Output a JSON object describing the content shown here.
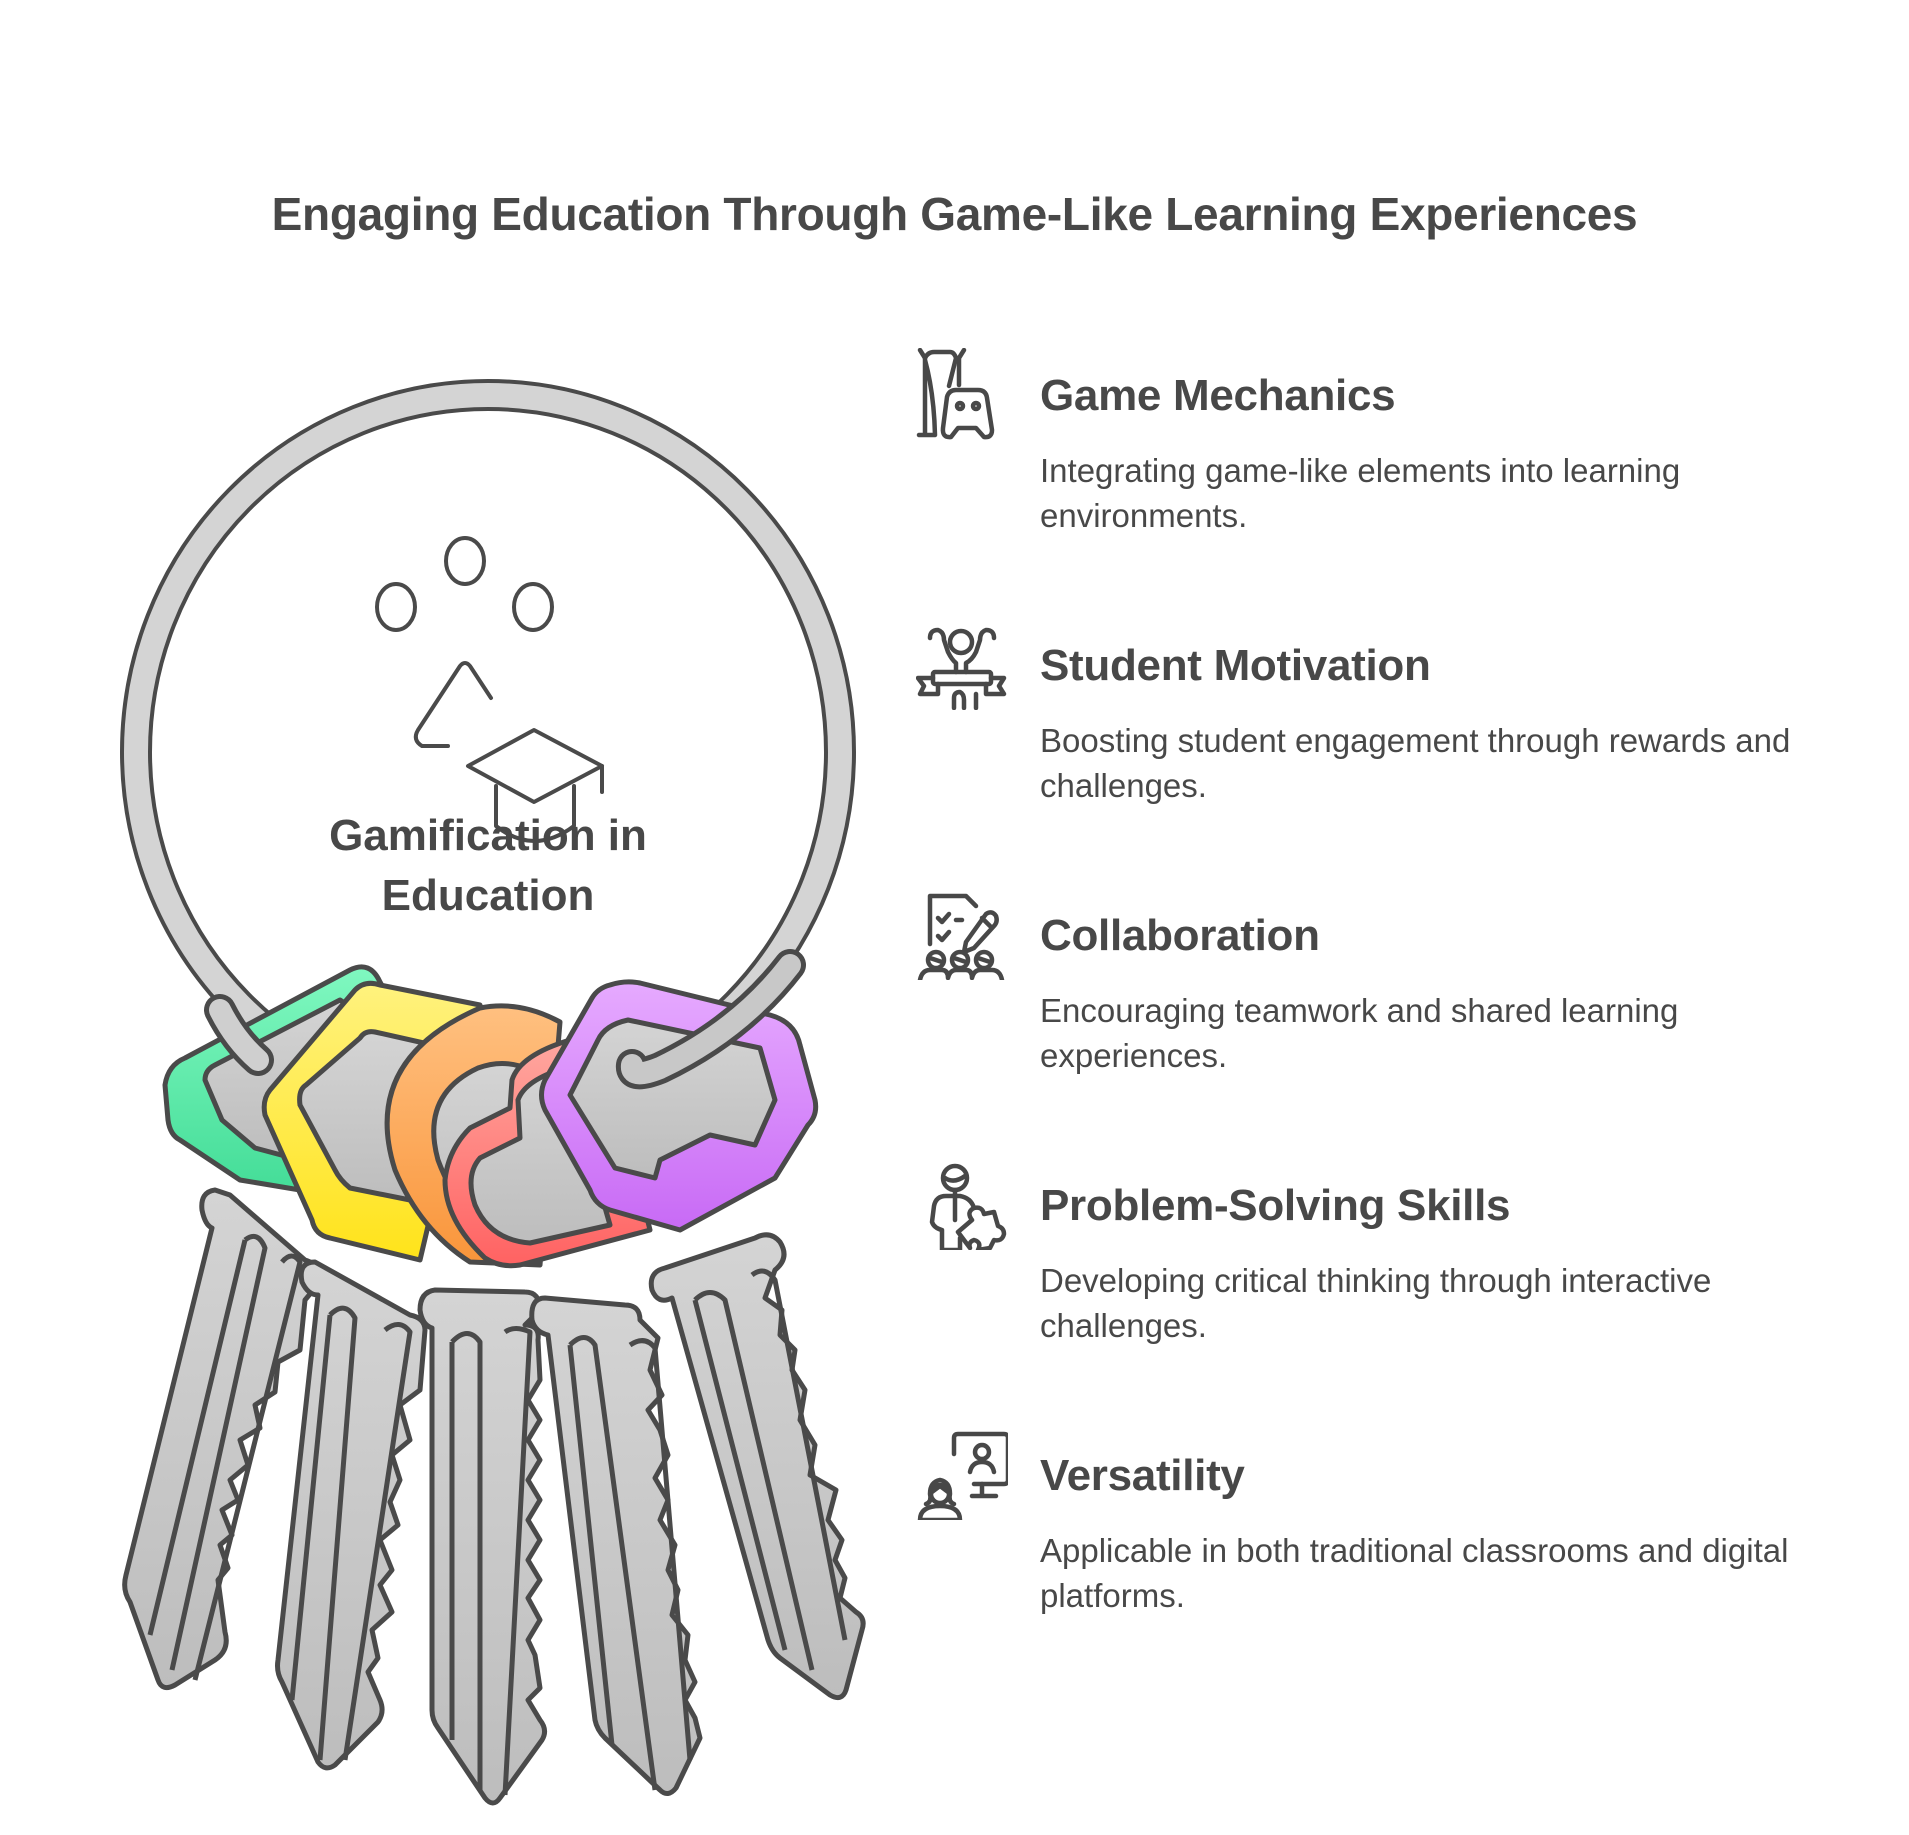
{
  "title": "Engaging Education Through Game-Like Learning Experiences",
  "center": {
    "label_line1": "Gamification in",
    "label_line2": "Education",
    "icon": "gamification-graduation-icon"
  },
  "colors": {
    "text": "#484848",
    "stroke": "#4a4a4a",
    "metal": "#d0d0d0",
    "tag_green": [
      "#80f8c0",
      "#44dd98"
    ],
    "tag_yellow": [
      "#fff27e",
      "#ffe31a"
    ],
    "tag_orange": [
      "#ffc080",
      "#f9953a"
    ],
    "tag_red": [
      "#ffa8a0",
      "#ff6262"
    ],
    "tag_purple": [
      "#e6aaff",
      "#c86af5"
    ]
  },
  "items": [
    {
      "heading": "Game Mechanics",
      "description": "Integrating game-like elements into learning environments.",
      "icon": "game-console-controller-icon"
    },
    {
      "heading": "Student Motivation",
      "description": "Boosting student engagement through rewards and challenges.",
      "icon": "winner-finish-line-icon"
    },
    {
      "heading": "Collaboration",
      "description": "Encouraging teamwork and shared learning experiences.",
      "icon": "team-checklist-icon"
    },
    {
      "heading": "Problem-Solving Skills",
      "description": "Developing critical thinking through interactive challenges.",
      "icon": "person-puzzle-icon"
    },
    {
      "heading": "Versatility",
      "description": "Applicable in both traditional classrooms and digital platforms.",
      "icon": "online-teacher-monitor-icon"
    }
  ]
}
